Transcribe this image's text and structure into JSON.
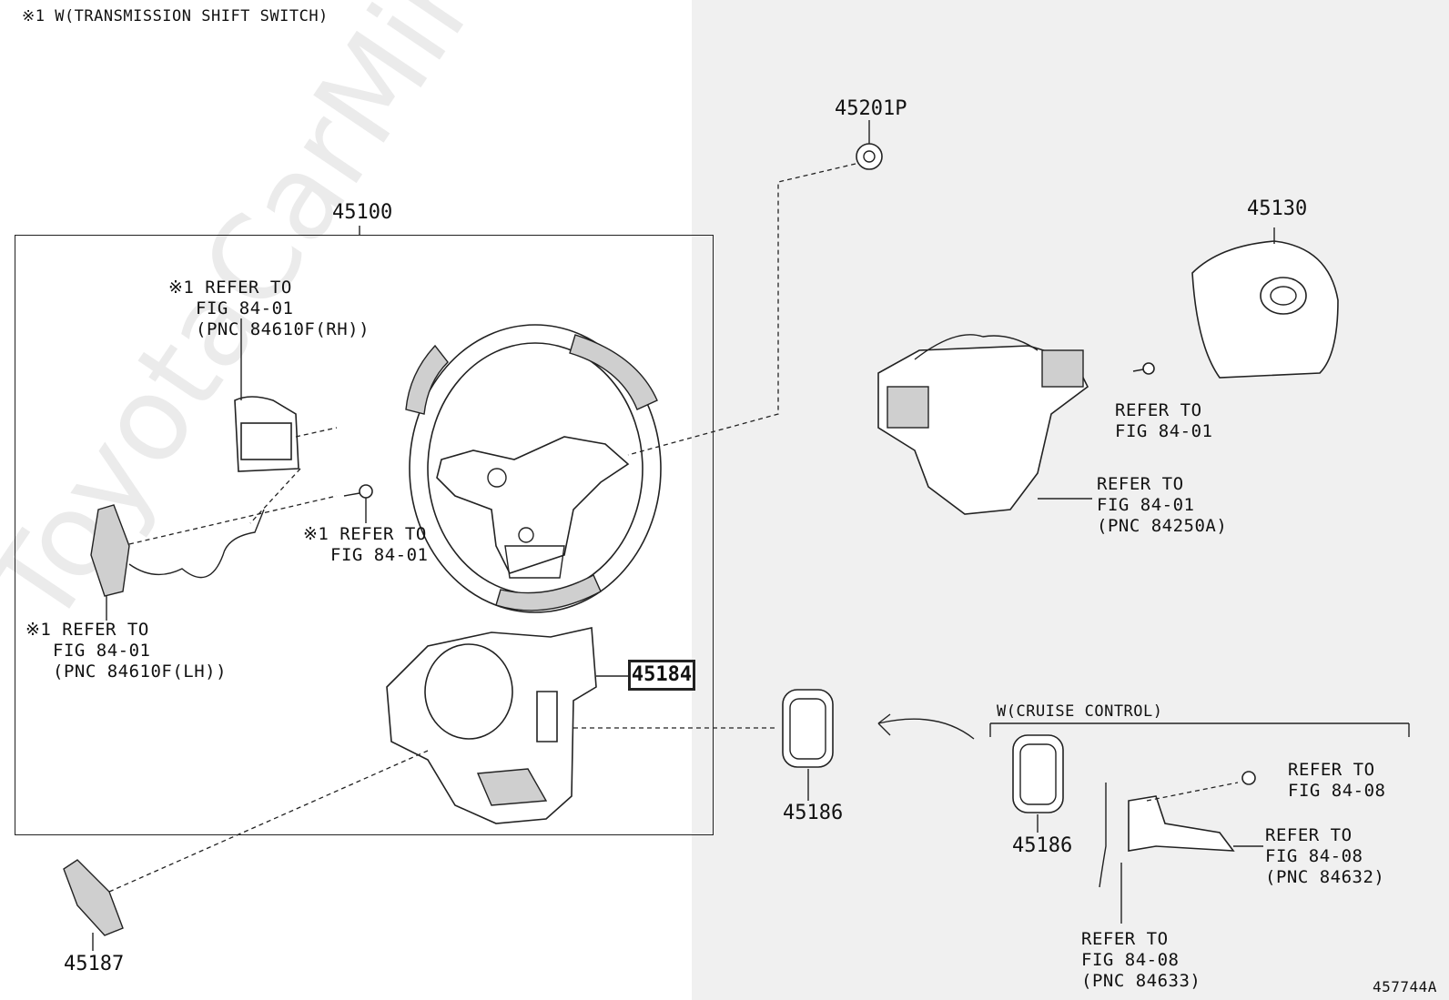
{
  "header": {
    "note": "※1 W(TRANSMISSION SHIFT SWITCH)"
  },
  "figure_id": "457744A",
  "watermark": "ToyotaCarMine.ru",
  "parts": {
    "p45201P": "45201P",
    "p45100": "45100",
    "p45130": "45130",
    "p45184": "45184",
    "p45186a": "45186",
    "p45186b": "45186",
    "p45187": "45187"
  },
  "refs": {
    "rh_switch": [
      "※1 REFER TO",
      "FIG 84-01",
      "(PNC 84610F(RH))"
    ],
    "screw": [
      "※1 REFER TO",
      "FIG 84-01"
    ],
    "lh_switch": [
      "※1 REFER TO",
      "FIG 84-01",
      "(PNC 84610F(LH))"
    ],
    "bolt_right": [
      "REFER TO",
      "FIG 84-01"
    ],
    "pad_switch": [
      "REFER TO",
      "FIG 84-01",
      "(PNC 84250A)"
    ],
    "cruise_label": "W(CRUISE CONTROL)",
    "cruise_screw": [
      "REFER TO",
      "FIG 84-08"
    ],
    "cruise_switch": [
      "REFER TO",
      "FIG 84-08",
      "(PNC 84632)"
    ],
    "cruise_wire": [
      "REFER TO",
      "FIG 84-08",
      "(PNC 84633)"
    ]
  },
  "colors": {
    "line": "#222222",
    "shade": "#f0f0f0",
    "watermark": "#dddddd"
  }
}
